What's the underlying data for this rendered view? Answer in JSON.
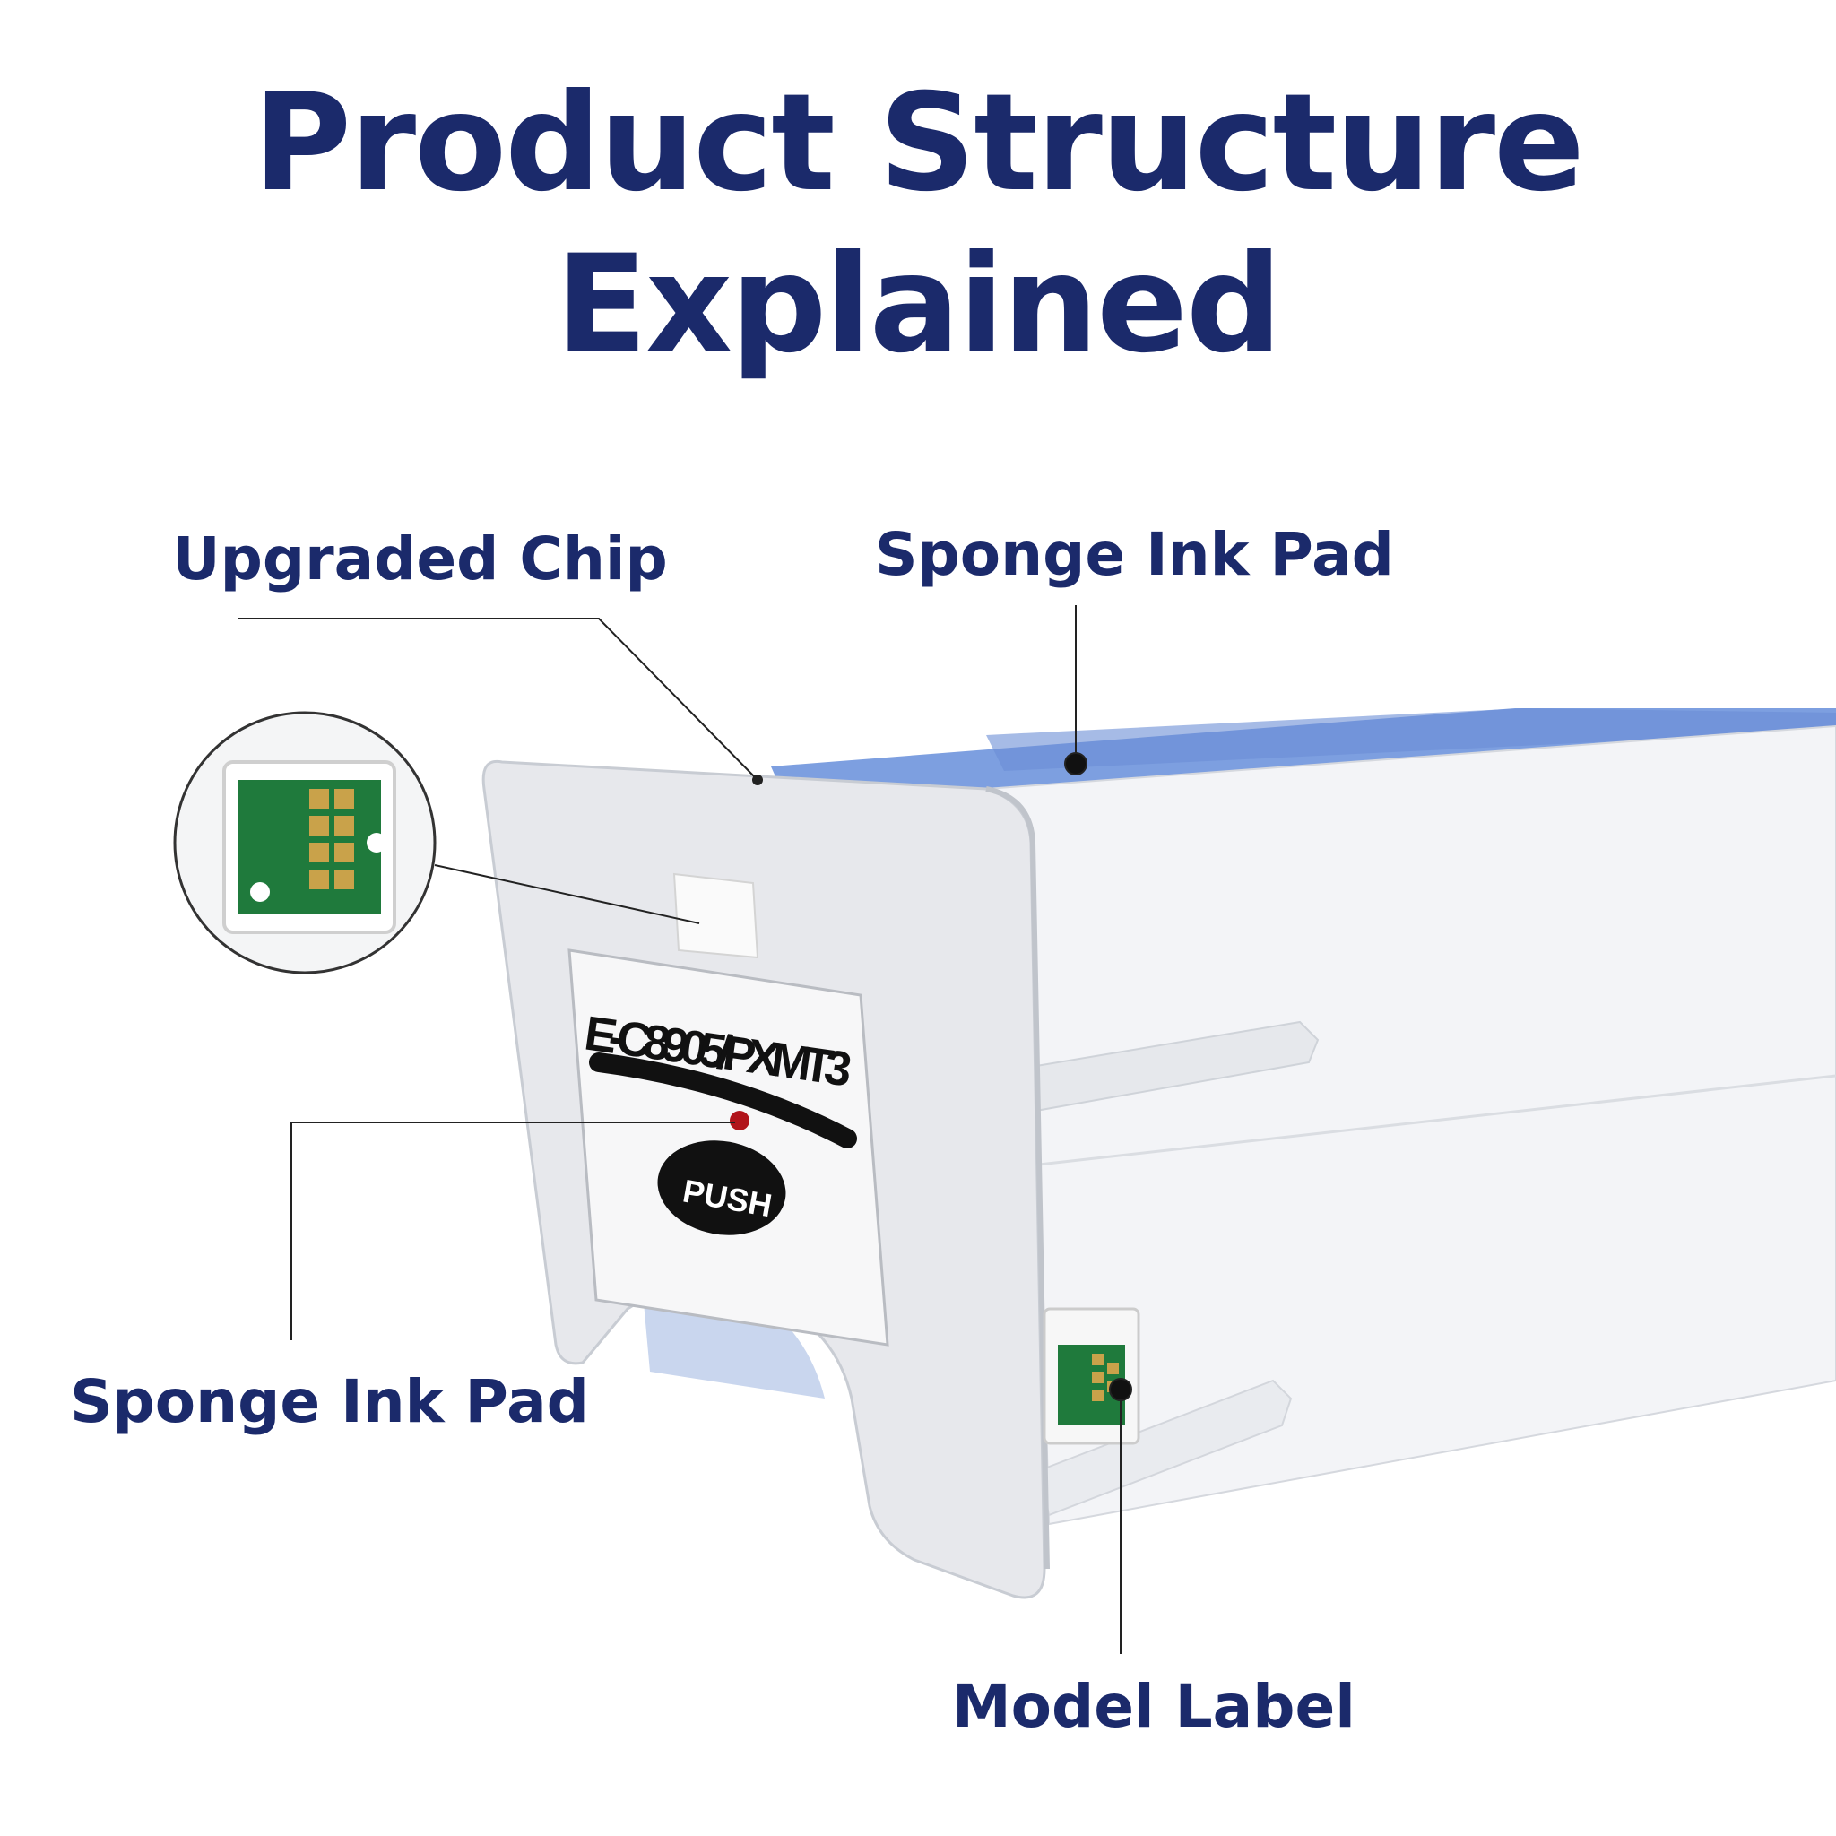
{
  "title": {
    "line1": "Product Structure",
    "line2": "Explained"
  },
  "callouts": {
    "upgraded_chip": "Upgraded Chip",
    "sponge_ink_pad_top": "Sponge Ink Pad",
    "sponge_ink_pad_side": "Sponge Ink Pad",
    "model_label": "Model Label"
  },
  "product_label": {
    "model": "E-C8905/PXMT3",
    "push": "PUSH"
  },
  "colors": {
    "heading": "#1b2a6b",
    "tray_blue": "#7d9fe0",
    "chip_green": "#1f7a3c",
    "chip_gold": "#c9a24a"
  }
}
